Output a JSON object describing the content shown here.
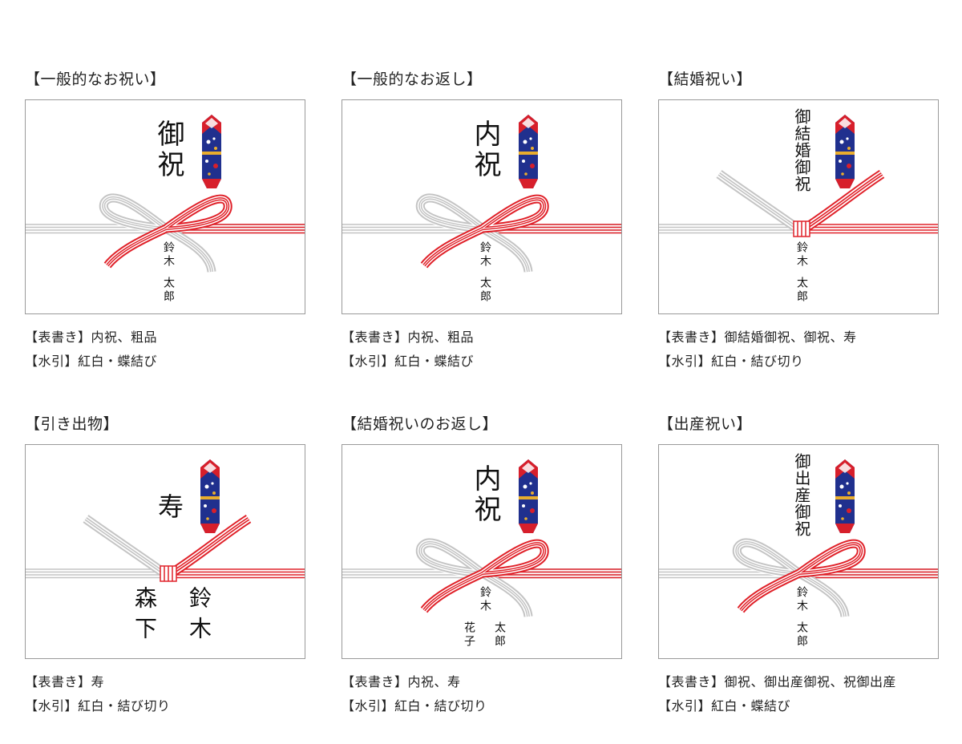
{
  "panels": [
    {
      "title": "【一般的なお祝い】",
      "omote": "御祝",
      "names": [
        "鈴木",
        "太郎"
      ],
      "style": "cho",
      "desc1": "【表書き】内祝、粗品",
      "desc2": "【水引】紅白・蝶結び"
    },
    {
      "title": "【一般的なお返し】",
      "omote": "内祝",
      "names": [
        "鈴木",
        "太郎"
      ],
      "style": "cho",
      "desc1": "【表書き】内祝、粗品",
      "desc2": "【水引】紅白・蝶結び"
    },
    {
      "title": "【結婚祝い】",
      "omote": "御結婚御祝",
      "names": [
        "鈴木",
        "太郎"
      ],
      "style": "musubi",
      "desc1": "【表書き】御結婚御祝、御祝、寿",
      "desc2": "【水引】紅白・結び切り"
    },
    {
      "title": "【引き出物】",
      "omote": "寿",
      "names": [
        "鈴木",
        "森下"
      ],
      "style": "musubi",
      "desc1": "【表書き】寿",
      "desc2": "【水引】紅白・結び切り"
    },
    {
      "title": "【結婚祝いのお返し】",
      "omote": "内祝",
      "names": [
        "鈴木",
        "太郎",
        "花子"
      ],
      "style": "cho",
      "desc1": "【表書き】内祝、寿",
      "desc2": "【水引】紅白・結び切り"
    },
    {
      "title": "【出産祝い】",
      "omote": "御出産御祝",
      "names": [
        "鈴木",
        "太郎"
      ],
      "style": "cho",
      "desc1": "【表書き】御祝、御出産御祝、祝御出産",
      "desc2": "【水引】紅白・蝶結び"
    }
  ],
  "colors": {
    "mizuhiki_red": "#e0222a",
    "mizuhiki_silver": "#c4c4c4",
    "noshi_navy": "#20308e",
    "noshi_red": "#d71f2b",
    "noshi_gold": "#e9ad2d"
  }
}
